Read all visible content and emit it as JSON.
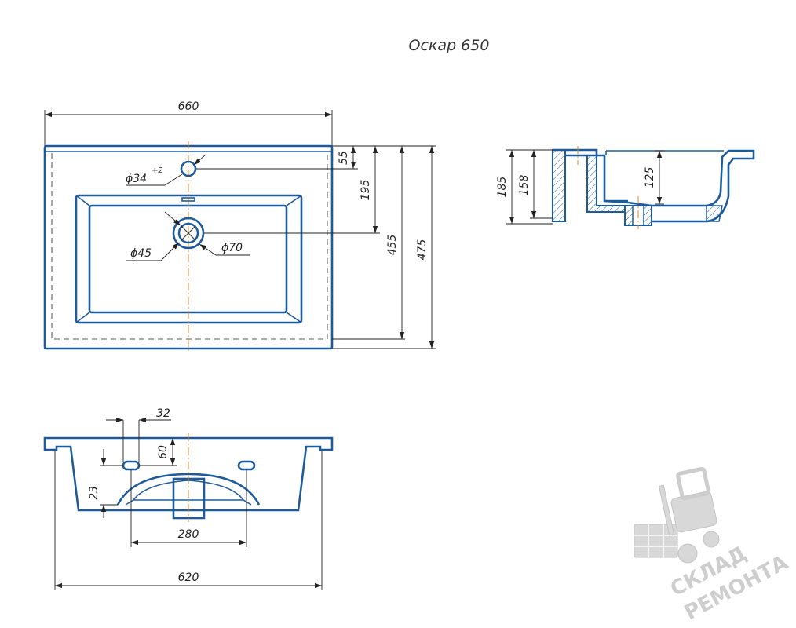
{
  "title": "Оскар 650",
  "top_view": {
    "width": "660",
    "d_tap": "ϕ34",
    "tap_tol": "+2",
    "d_drain_in": "ϕ45",
    "d_drain_out": "ϕ70",
    "h55": "55",
    "h195": "195",
    "h455": "455",
    "h475": "475"
  },
  "side_view": {
    "h185": "185",
    "h158": "158",
    "h125": "125"
  },
  "front_view": {
    "d32": "32",
    "d60": "60",
    "d23": "23",
    "d280": "280",
    "d620": "620"
  },
  "watermark": {
    "line1": "СКЛАД",
    "line2": "РЕМОНТА",
    "icon": "forklift-icon"
  },
  "colors": {
    "outline": "#1e5b9a",
    "axis": "#e0862a",
    "watermark": "#c9c9c9"
  }
}
